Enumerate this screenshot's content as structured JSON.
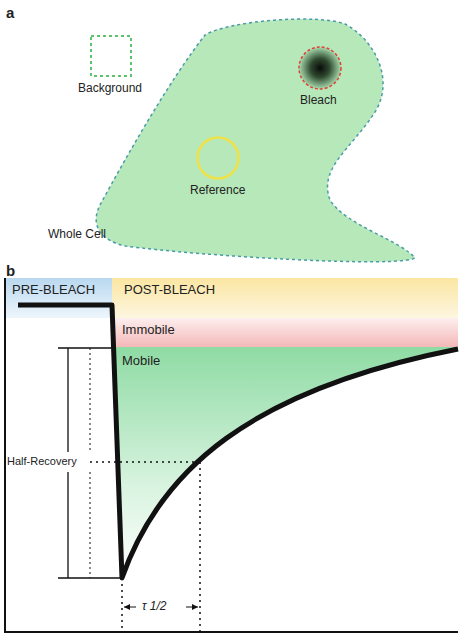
{
  "diagram": {
    "nodes": [
      {
        "text": [
          "Background"
        ]
      },
      {
        "text": [
          "Whole Cell"
        ]
      },
      {
        "text": [
          "Bleach"
        ],
        "in": 1
      },
      {
        "text": [
          "Reference"
        ],
        "in": 1
      },
      {
        "text": [
          "PRE-BLEACH"
        ]
      },
      {
        "text": [
          "POST-BLEACH"
        ]
      },
      {
        "text": [
          "Immobile"
        ]
      }
    ],
    "labels": [
      "a",
      "b",
      "Mobile",
      "Half-Recovery",
      "τ 1/2"
    ]
  }
}
